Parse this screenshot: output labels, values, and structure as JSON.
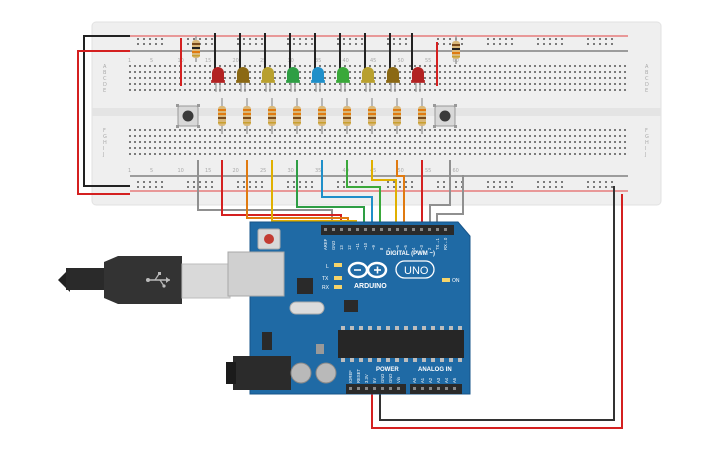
{
  "breadboard": {
    "column_numbers": [
      "1",
      "5",
      "10",
      "15",
      "20",
      "25",
      "30",
      "35",
      "40",
      "45",
      "50",
      "55",
      "60"
    ],
    "row_letters_top": [
      "A",
      "B",
      "C",
      "D",
      "E"
    ],
    "row_letters_bottom": [
      "F",
      "G",
      "H",
      "I",
      "J"
    ]
  },
  "arduino": {
    "logo_text": "ARDUINO",
    "uno_text": "UNO",
    "digital_label": "DIGITAL (PWM ~)",
    "power_label": "POWER",
    "analog_label": "ANALOG IN",
    "on_label": "ON",
    "l_label": "L",
    "tx_label": "TX",
    "rx_label": "RX",
    "top_pin_labels": [
      "AREF",
      "GND",
      "13",
      "12",
      "~11",
      "~10",
      "~9",
      "8",
      "7",
      "~6",
      "~5",
      "4",
      "~3",
      "2",
      "TX→1",
      "RX←0"
    ],
    "power_pin_labels": [
      "IOREF",
      "RESET",
      "3.3V",
      "5V",
      "GND",
      "GND",
      "Vin"
    ],
    "analog_pin_labels": [
      "A0",
      "A1",
      "A2",
      "A3",
      "A4",
      "A5"
    ]
  },
  "components": {
    "led_colors": [
      "#b22222",
      "#8b6914",
      "#b8a02e",
      "#2e9e44",
      "#1f8fc9",
      "#3aa83a",
      "#b8a02e",
      "#8b6914",
      "#b22222"
    ],
    "wire_colors": [
      "#e0b000",
      "#e07a10",
      "#2e9e44",
      "#1f8fc9",
      "#3aa83a",
      "#e0b000",
      "#e07a10",
      "#808080"
    ]
  }
}
